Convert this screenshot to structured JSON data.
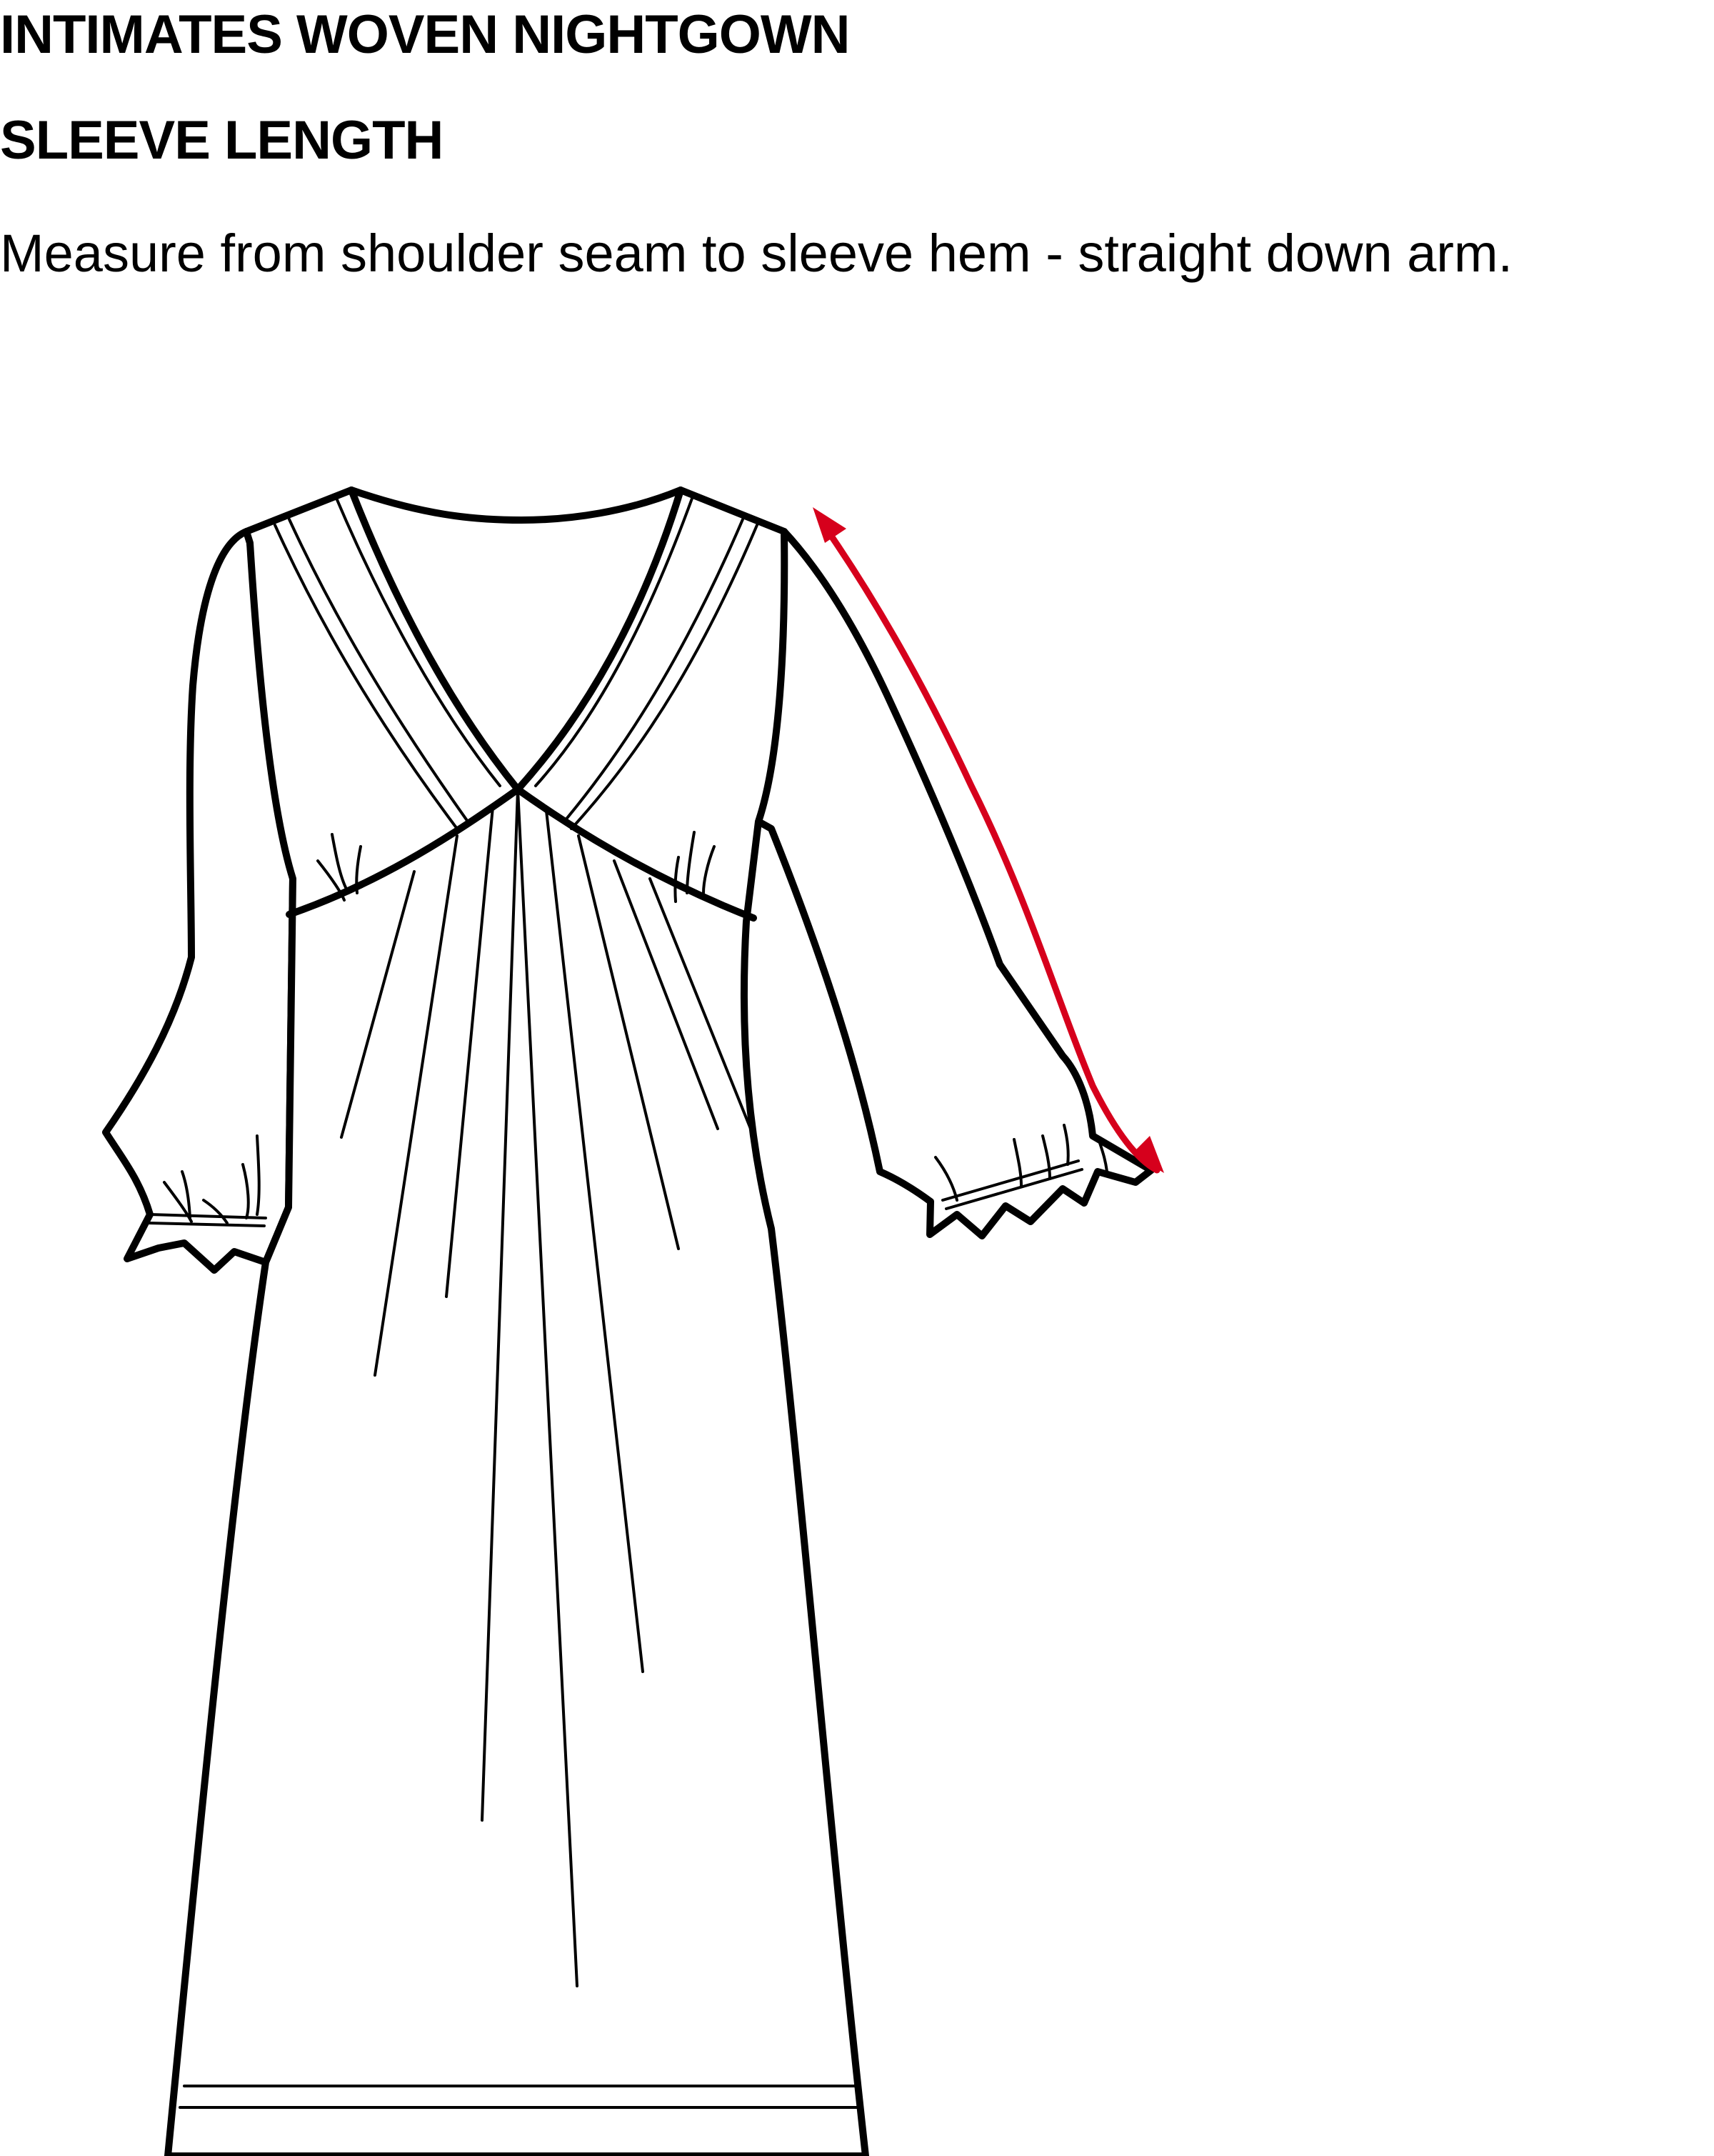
{
  "header": {
    "product_title": "INTIMATES WOVEN NIGHTGOWN",
    "measurement_title": "SLEEVE LENGTH",
    "instructions": "Measure from shoulder seam to sleeve hem - straight down arm."
  },
  "diagram": {
    "garment_icon": "nightgown-flat-sketch-icon",
    "measurement_arrow_icon": "double-headed-arrow-icon",
    "outline_color": "#000000",
    "measure_color": "#d6001c"
  }
}
